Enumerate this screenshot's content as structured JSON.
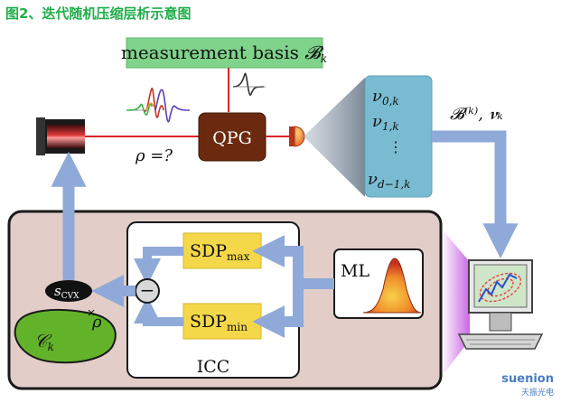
{
  "caption": "图2、迭代随机压缩层析示意图",
  "measurement_basis": "measurement basis",
  "measurement_basis_symbol": "𝓑",
  "measurement_basis_sub": "k",
  "qpg": "QPG",
  "rho_question": "ρ =?",
  "nu_symbol": "ν",
  "nu_subs": [
    "0,k",
    "1,k",
    "⋮",
    "d−1,k"
  ],
  "output_label": "𝓑⁽ᵏ⁾, 𝝂ₖ",
  "sdp_max": "SDP",
  "sdp_max_sub": "max",
  "sdp_min": "SDP",
  "sdp_min_sub": "min",
  "ml": "ML",
  "icc": "ICC",
  "scvx": "s",
  "scvx_sub": "CVX",
  "rho": "ρ",
  "ck": "𝒞",
  "ck_sub": "k",
  "minus": "−",
  "watermark": "suenion",
  "watermark_sub": "天振光电"
}
